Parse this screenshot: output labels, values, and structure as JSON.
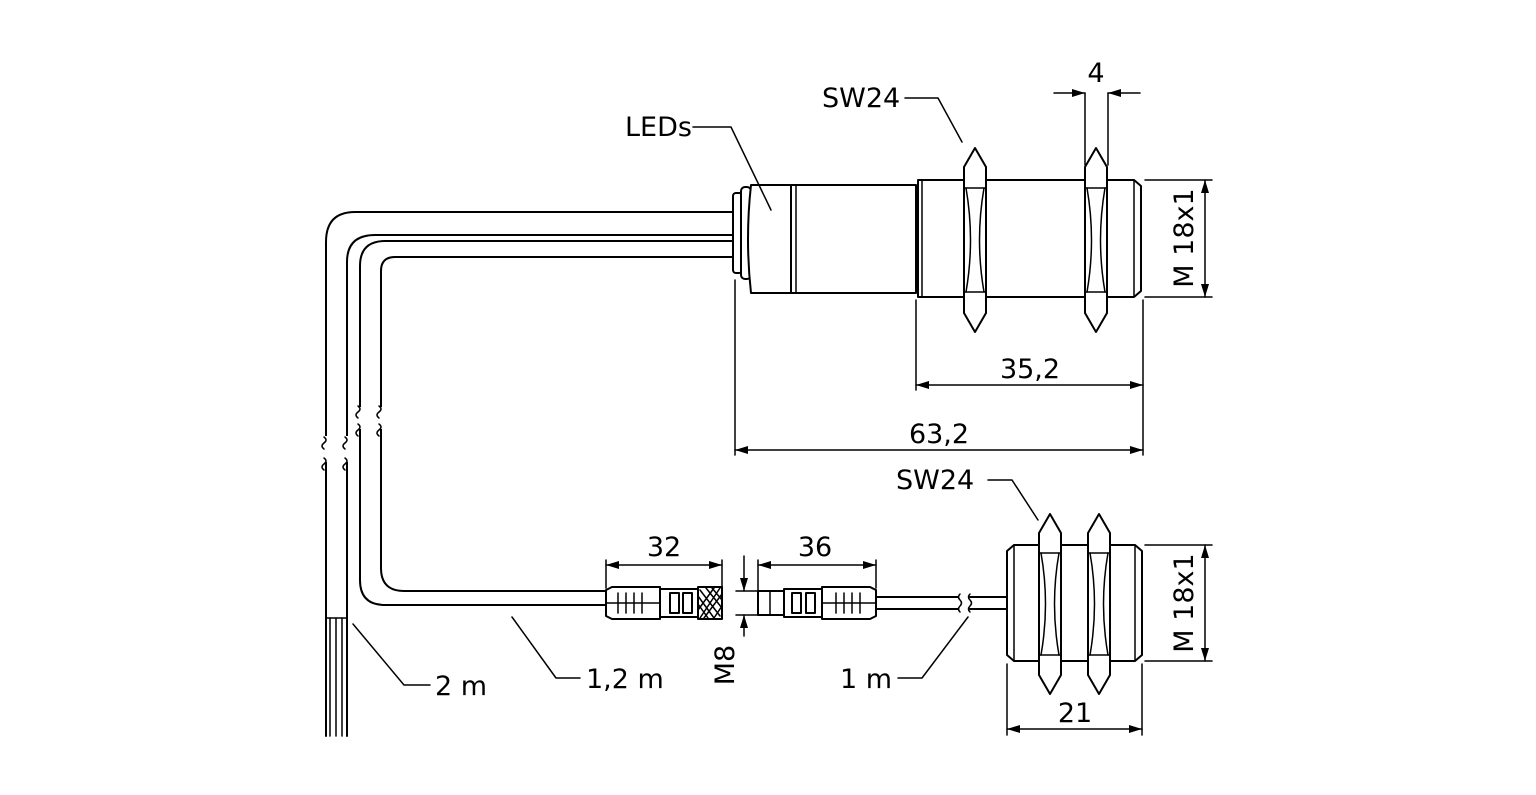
{
  "labels": {
    "leds": "LEDs",
    "sw_top": "SW24",
    "thickness": "4",
    "thread_top": "M 18x1",
    "len_body": "35,2",
    "len_total": "63,2",
    "sw_bottom": "SW24",
    "conn_left": "32",
    "conn_right": "36",
    "thread_conn": "M8",
    "thread_bottom": "M 18x1",
    "len_bottom": "21",
    "cable_2m": "2 m",
    "cable_1_2m": "1,2 m",
    "cable_1m": "1 m"
  }
}
